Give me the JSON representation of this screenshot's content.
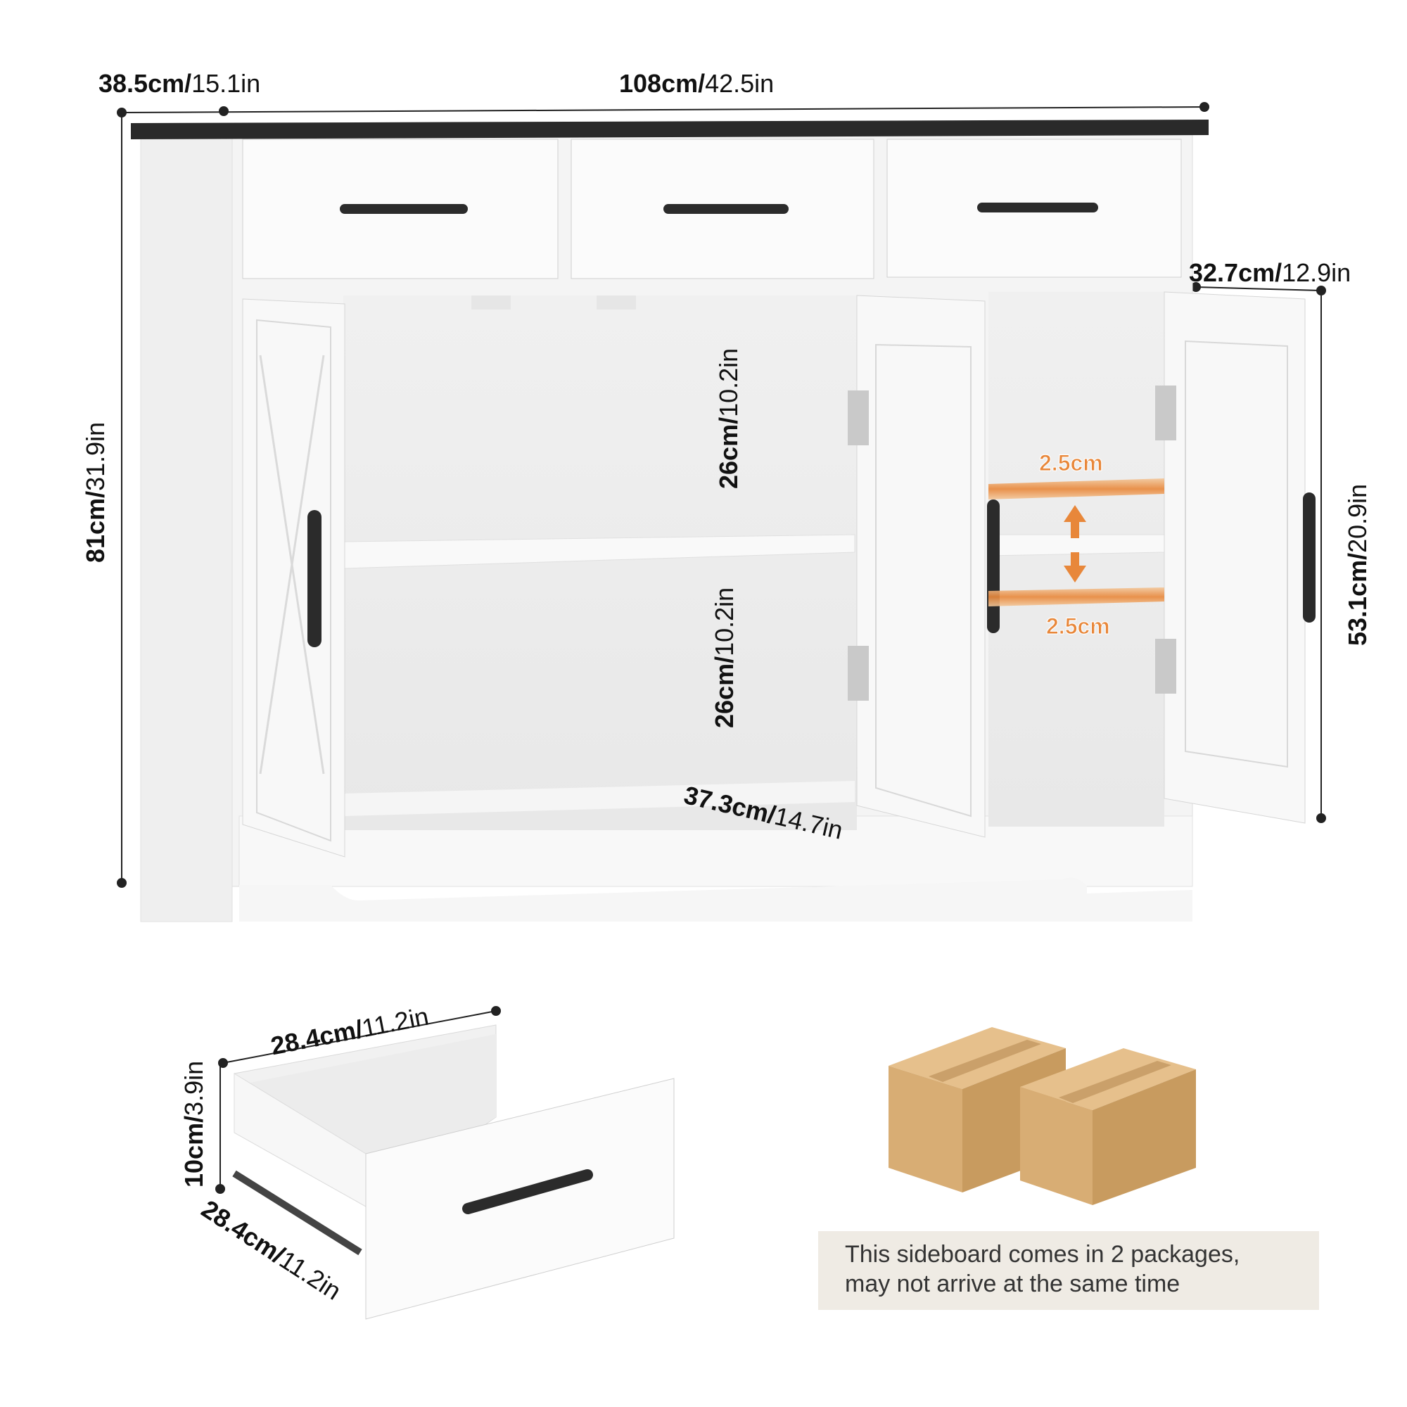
{
  "dimensions": {
    "depth_top": {
      "cm": "38.5cm/",
      "in": "15.1in"
    },
    "width_top": {
      "cm": "108cm/",
      "in": "42.5in"
    },
    "height_total": {
      "cm": "81cm/",
      "in": "31.9in"
    },
    "door_depth": {
      "cm": "32.7cm/",
      "in": "12.9in"
    },
    "door_height": {
      "cm": "53.1cm/",
      "in": "20.9in"
    },
    "upper_space": {
      "cm": "26cm/",
      "in": "10.2in"
    },
    "lower_space": {
      "cm": "26cm/",
      "in": "10.2in"
    },
    "inner_depth": {
      "cm": "37.3cm/",
      "in": "14.7in"
    },
    "shelf_adjust_top": "2.5cm",
    "shelf_adjust_bottom": "2.5cm",
    "drawer_width": {
      "cm": "28.4cm/",
      "in": "11.2in"
    },
    "drawer_height": {
      "cm": "10cm/",
      "in": "3.9in"
    },
    "drawer_depth": {
      "cm": "28.4cm/",
      "in": "11.2in"
    }
  },
  "note": {
    "line1": "This sideboard comes in 2 packages,",
    "line2": "may not arrive at the same time"
  },
  "colors": {
    "accent_orange": "#e8873a",
    "cabinet_white": "#f7f7f7",
    "top_black": "#2a2a2a",
    "box_kraft": "#d8b07a"
  }
}
